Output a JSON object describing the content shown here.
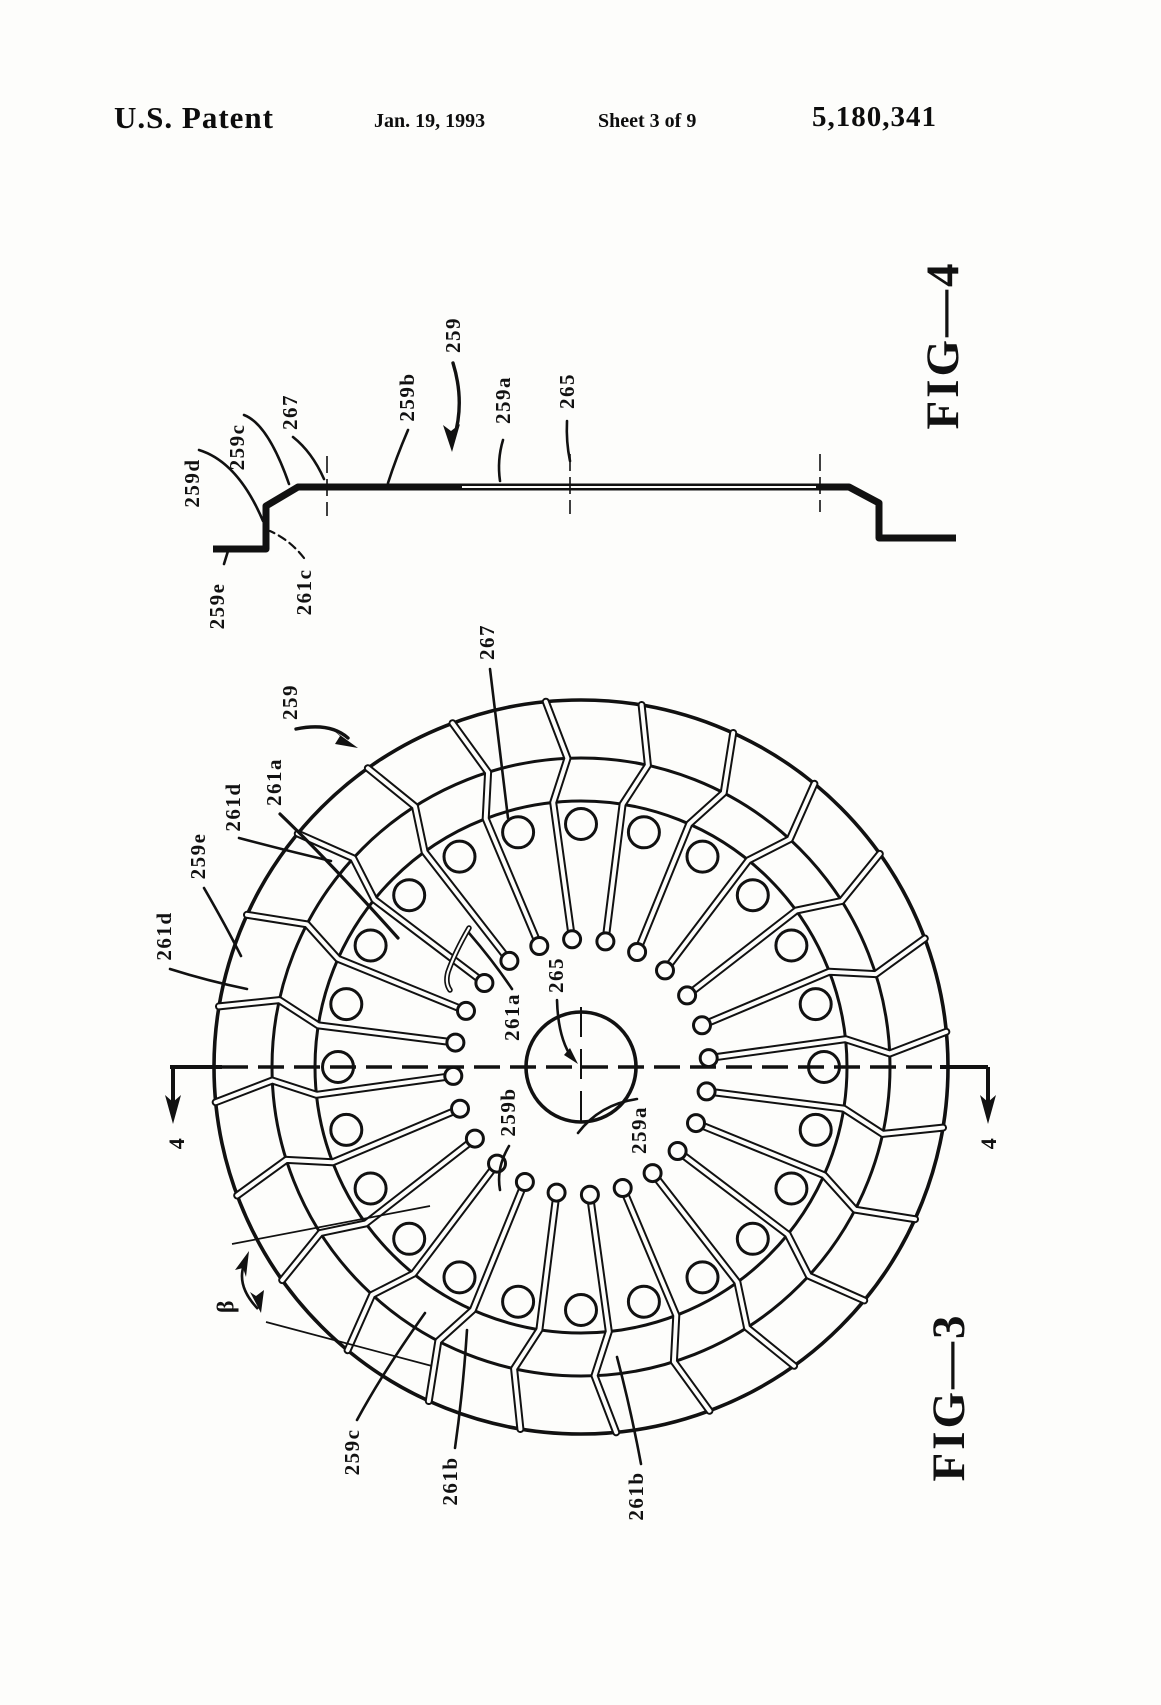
{
  "header": {
    "title": "U.S. Patent",
    "date": "Jan. 19, 1993",
    "sheet": "Sheet 3 of 9",
    "patent_number": "5,180,341"
  },
  "fig4": {
    "title": "FIG—4",
    "labels": [
      {
        "id": "259e",
        "text": "259e"
      },
      {
        "id": "259d",
        "text": "259d"
      },
      {
        "id": "259c",
        "text": "259c"
      },
      {
        "id": "267",
        "text": "267"
      },
      {
        "id": "261c",
        "text": "261c"
      },
      {
        "id": "259b",
        "text": "259b"
      },
      {
        "id": "259",
        "text": "259"
      },
      {
        "id": "259a",
        "text": "259a"
      },
      {
        "id": "265",
        "text": "265"
      }
    ]
  },
  "fig3": {
    "title": "FIG—3",
    "section_label": "4",
    "angle_label": "β",
    "slot_count": 24,
    "hole_count": 24,
    "labels": [
      {
        "id": "259",
        "text": "259"
      },
      {
        "id": "267",
        "text": "267"
      },
      {
        "id": "261a_top",
        "text": "261a"
      },
      {
        "id": "261d_top",
        "text": "261d"
      },
      {
        "id": "259e",
        "text": "259e"
      },
      {
        "id": "261d_left",
        "text": "261d"
      },
      {
        "id": "265",
        "text": "265"
      },
      {
        "id": "261a",
        "text": "261a"
      },
      {
        "id": "259b",
        "text": "259b"
      },
      {
        "id": "259a",
        "text": "259a"
      },
      {
        "id": "259c",
        "text": "259c"
      },
      {
        "id": "261b_left",
        "text": "261b"
      },
      {
        "id": "261b_right",
        "text": "261b"
      }
    ]
  },
  "colors": {
    "ink": "#111111",
    "paper": "#fdfdfb"
  }
}
